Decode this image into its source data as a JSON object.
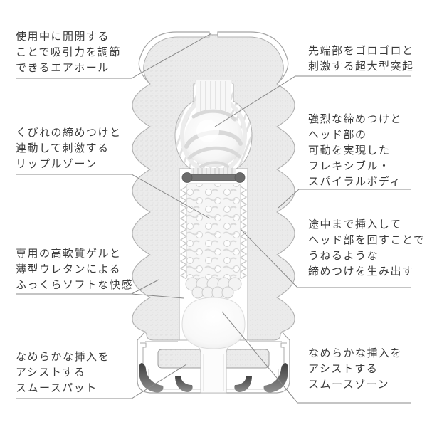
{
  "figure": {
    "type": "product-cross-section-diagram",
    "description": "Cutaway diagram of a soft sleeve cup with callout annotations",
    "background": "#ffffff"
  },
  "colors": {
    "text": "#3a3a3a",
    "leader_line": "#898989",
    "outline": "#a3a3a3",
    "gel_fill": "#ebebeb",
    "ring_dark": "#747474",
    "shadow_dark": "#474747"
  },
  "annotations": {
    "left": [
      {
        "id": "air-hole",
        "lines": [
          "使用中に開閉する",
          "ことで吸引力を調節",
          "できるエアホール"
        ]
      },
      {
        "id": "ripple-zone",
        "lines": [
          "くびれの締めつけと",
          "連動して刺激する",
          "リップルゾーン"
        ]
      },
      {
        "id": "soft-gel",
        "lines": [
          "専用の高軟質ゲルと",
          "薄型ウレタンによる",
          "ふっくらソフトな快感"
        ]
      },
      {
        "id": "smooth-pad",
        "lines": [
          "なめらかな挿入を",
          "アシストする",
          "スムースパット"
        ]
      }
    ],
    "right": [
      {
        "id": "giant-nub",
        "lines": [
          "先端部をゴロゴロと",
          "刺激する超大型突起"
        ]
      },
      {
        "id": "flexible-spiral-body",
        "lines": [
          "強烈な締めつけと",
          "ヘッド部の",
          "可動を実現した",
          "フレキシブル・",
          "スパイラルボディ"
        ]
      },
      {
        "id": "twisting-squeeze",
        "lines": [
          "途中まで挿入して",
          "ヘッド部を回すことで",
          "うねるような",
          "締めつけを生み出す"
        ]
      },
      {
        "id": "smooth-zone",
        "lines": [
          "なめらかな挿入を",
          "アシストする",
          "スムースゾーン"
        ]
      }
    ]
  }
}
